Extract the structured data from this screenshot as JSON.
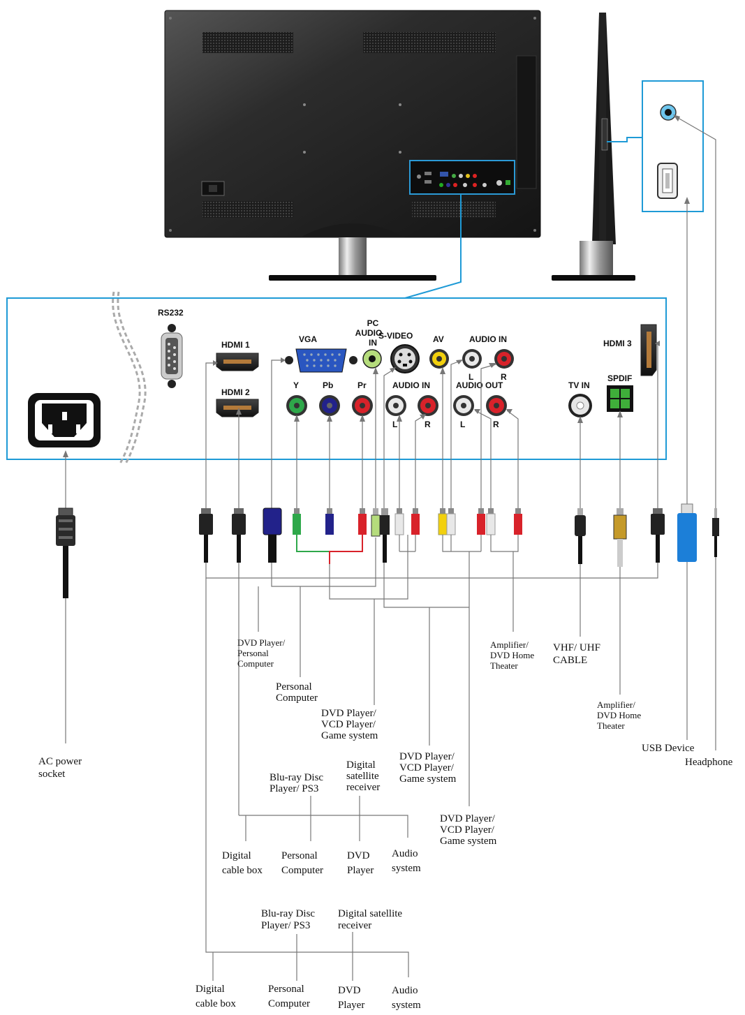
{
  "ports": {
    "rs232": "RS232",
    "hdmi1": "HDMI 1",
    "hdmi2": "HDMI 2",
    "hdmi3": "HDMI 3",
    "vga": "VGA",
    "pc_audio_in": [
      "PC",
      "AUDIO",
      "IN"
    ],
    "svideo": "S-VIDEO",
    "av": "AV",
    "audio_in_top": "AUDIO IN",
    "audio_in_mid": "AUDIO IN",
    "audio_out": "AUDIO OUT",
    "y": "Y",
    "pb": "Pb",
    "pr": "Pr",
    "l": "L",
    "r": "R",
    "tv_in": "TV IN",
    "spdif": "SPDIF"
  },
  "devices": {
    "ac_power": [
      "AC power",
      "socket"
    ],
    "usb": "USB Device",
    "headphone": "Headphone",
    "dvd_pc": [
      "DVD Player/",
      "Personal",
      "Computer"
    ],
    "pc": [
      "Personal",
      "Computer"
    ],
    "dvd_vcd_game_1": [
      "DVD Player/",
      "VCD Player/",
      "Game system"
    ],
    "dvd_vcd_game_2": [
      "DVD Player/",
      "VCD Player/",
      "Game system"
    ],
    "dvd_vcd_game_3": [
      "DVD Player/",
      "VCD Player/",
      "Game system"
    ],
    "amp_1": [
      "Amplifier/",
      "DVD Home",
      "Theater"
    ],
    "vhf": [
      "VHF/ UHF",
      "CABLE"
    ],
    "amp_2": [
      "Amplifier/",
      "DVD Home",
      "Theater"
    ],
    "hdmi2_group": {
      "bluray": [
        "Blu-ray Disc",
        "Player/ PS3"
      ],
      "satellite": [
        "Digital",
        "satellite",
        "receiver"
      ],
      "cable_box": [
        "Digital",
        "cable box"
      ],
      "pc": [
        "Personal",
        "Computer"
      ],
      "dvd": [
        "DVD",
        "Player"
      ],
      "audio": [
        "Audio",
        "system"
      ]
    },
    "hdmi1_group": {
      "bluray": [
        "Blu-ray Disc",
        "Player/ PS3"
      ],
      "satellite": [
        "Digital satellite",
        "receiver"
      ],
      "cable_box": [
        "Digital",
        "cable box"
      ],
      "pc": [
        "Personal",
        "Computer"
      ],
      "dvd": [
        "DVD",
        "Player"
      ],
      "audio": [
        "Audio",
        "system"
      ]
    }
  },
  "colors": {
    "frame": "#1e9ad6",
    "green": "#2ea84a",
    "blue": "#22228a",
    "red": "#d8222a",
    "yellow": "#f2d00e",
    "white": "#e8e8e8",
    "spdif_green": "#3fae3a",
    "usb_blue": "#1c7fd8"
  }
}
